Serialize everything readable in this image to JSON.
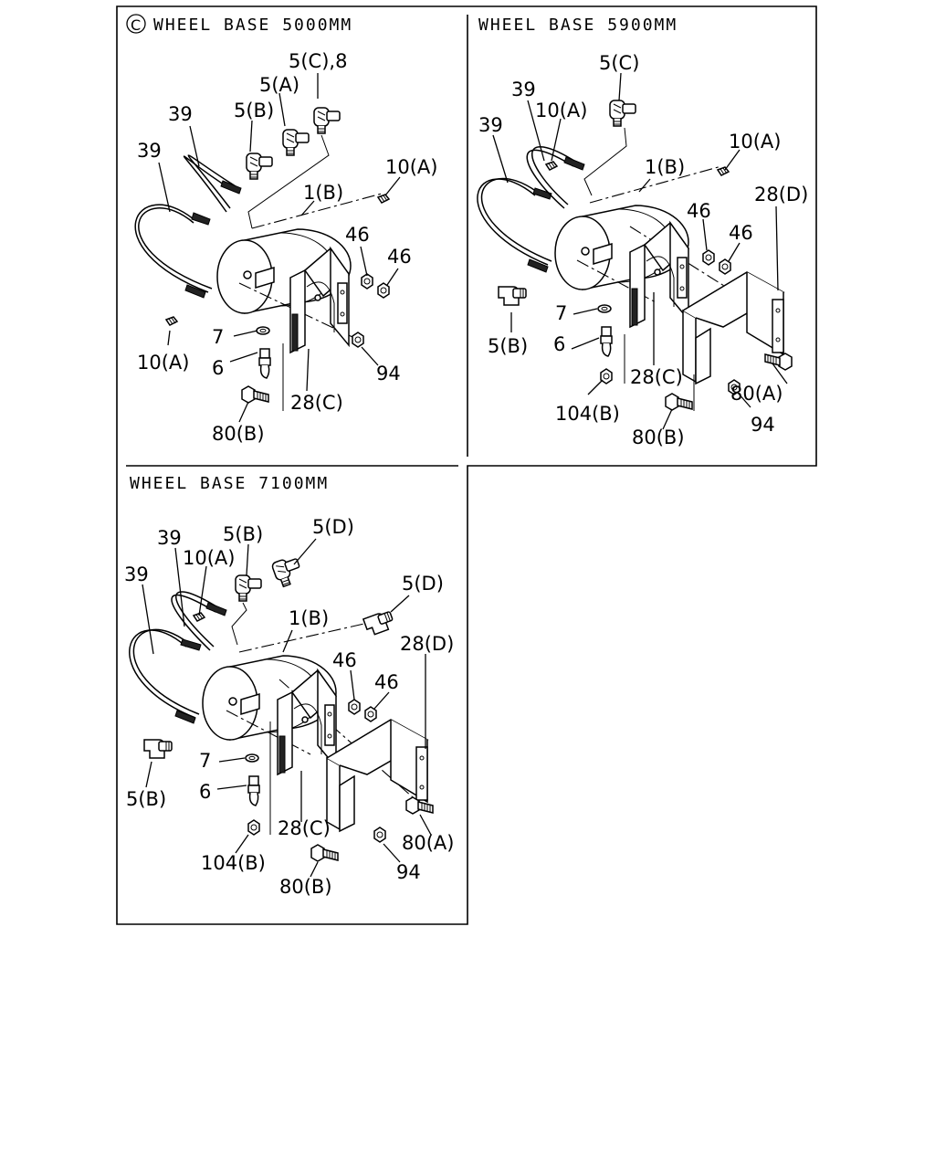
{
  "panels": {
    "wb5000": {
      "title": "WHEEL BASE 5000MM",
      "marker": "C",
      "callouts": {
        "c1": "5(C),8",
        "c2": "5(A)",
        "c3": "5(B)",
        "c4": "39",
        "c5": "39",
        "c6": "10(A)",
        "c7": "1(B)",
        "c8": "46",
        "c9": "46",
        "c10": "7",
        "c11": "10(A)",
        "c12": "6",
        "c13": "94",
        "c14": "28(C)",
        "c15": "80(B)"
      }
    },
    "wb5900": {
      "title": "WHEEL BASE 5900MM",
      "callouts": {
        "c1": "5(C)",
        "c2": "39",
        "c3": "10(A)",
        "c4": "39",
        "c5": "10(A)",
        "c6": "1(B)",
        "c7": "28(D)",
        "c8": "46",
        "c9": "46",
        "c10": "7",
        "c11": "5(B)",
        "c12": "6",
        "c13": "28(C)",
        "c14": "80(A)",
        "c15": "104(B)",
        "c16": "94",
        "c17": "80(B)"
      }
    },
    "wb7100": {
      "title": "WHEEL BASE 7100MM",
      "callouts": {
        "c1": "5(D)",
        "c2": "39",
        "c3": "5(B)",
        "c4": "10(A)",
        "c5": "39",
        "c6": "5(D)",
        "c7": "1(B)",
        "c8": "28(D)",
        "c9": "46",
        "c10": "46",
        "c11": "7",
        "c12": "5(B)",
        "c13": "6",
        "c14": "28(C)",
        "c15": "80(A)",
        "c16": "104(B)",
        "c17": "94",
        "c18": "80(B)"
      }
    }
  }
}
